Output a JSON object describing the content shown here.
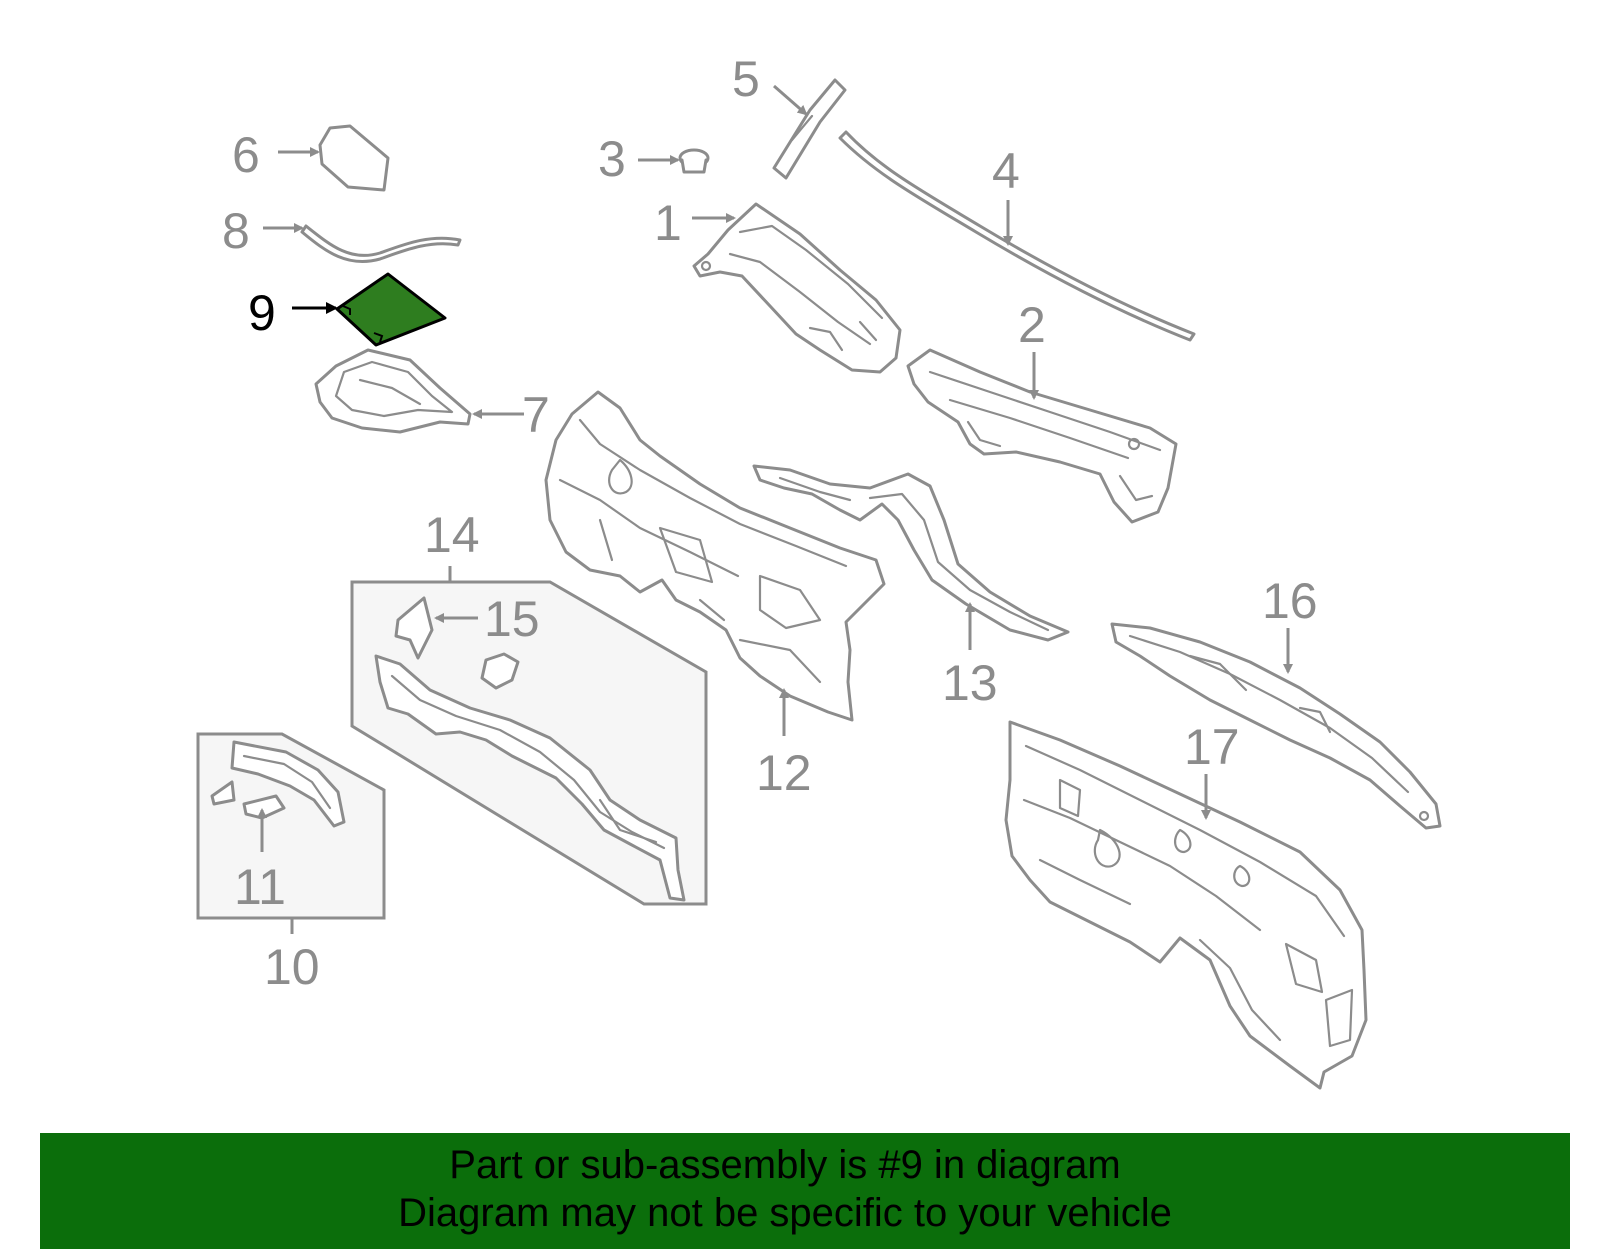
{
  "colors": {
    "highlight": "#2e7d1f",
    "banner": "#0b6e0b",
    "line_art": "#8c8c8c",
    "text_highlight": "#000000"
  },
  "callouts": {
    "c1": "1",
    "c2": "2",
    "c3": "3",
    "c4": "4",
    "c5": "5",
    "c6": "6",
    "c7": "7",
    "c8": "8",
    "c9": "9",
    "c10": "10",
    "c11": "11",
    "c12": "12",
    "c13": "13",
    "c14": "14",
    "c15": "15",
    "c16": "16",
    "c17": "17"
  },
  "highlighted_part": "9",
  "banner": {
    "line1": "Part or sub-assembly is #9 in diagram",
    "line2": "Diagram may not be specific to your vehicle"
  }
}
